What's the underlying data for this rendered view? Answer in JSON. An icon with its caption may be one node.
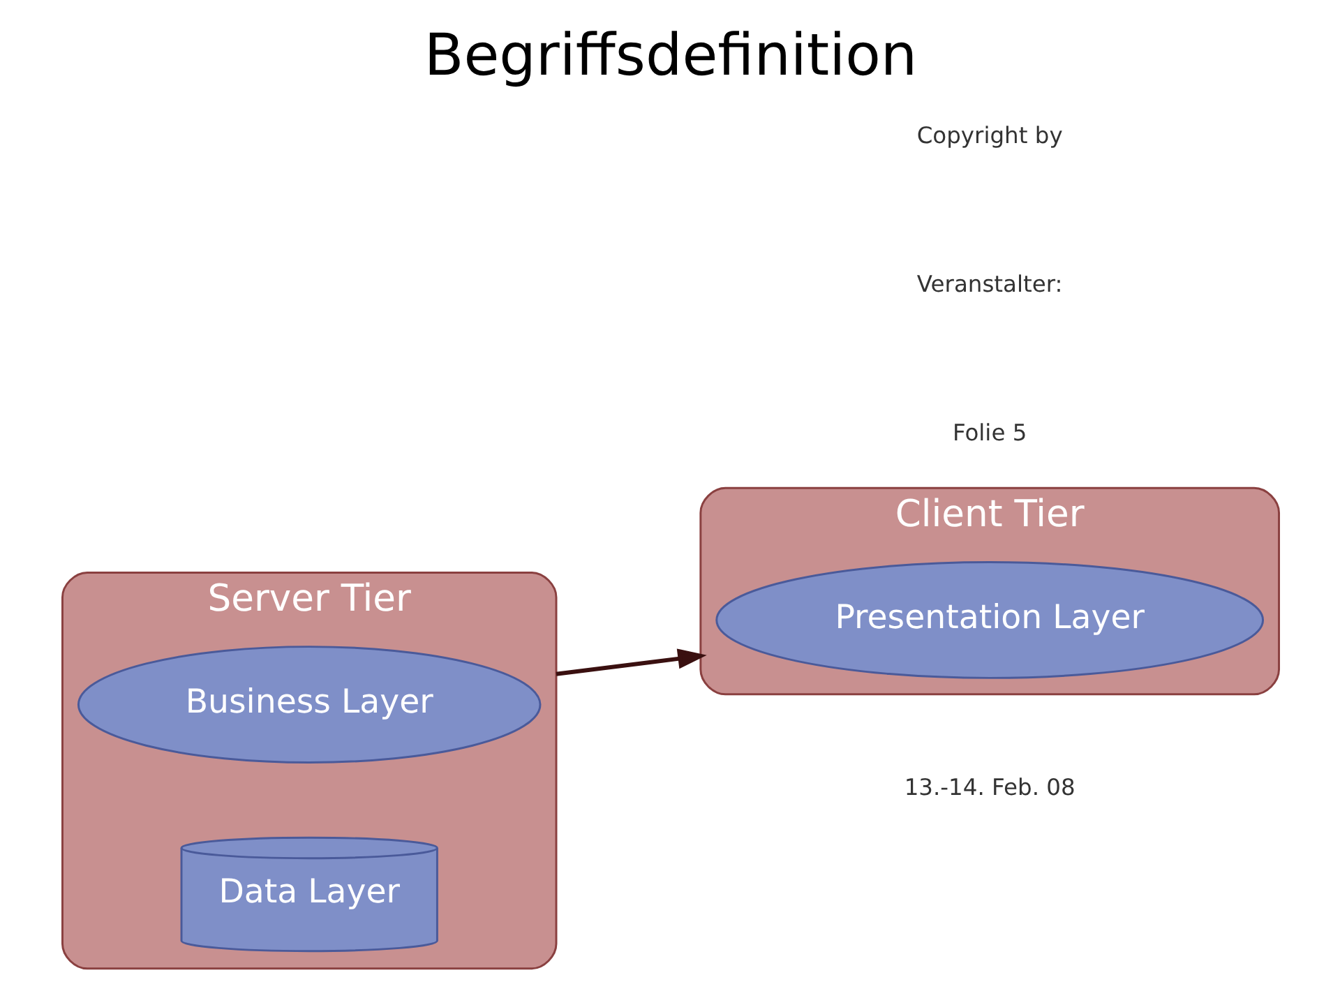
{
  "diagram": {
    "title": "Begriffsdefinition",
    "nodes": [
      {
        "text": [
          "Server Tier"
        ]
      },
      {
        "text": [
          "Business Layer"
        ],
        "in": 0
      },
      {
        "text": [
          "Data Layer"
        ],
        "in": 0
      },
      {
        "text": [
          "Client Tier"
        ]
      },
      {
        "text": [
          "Presentation Layer"
        ],
        "in": 3
      }
    ],
    "edges": [
      {
        "from": 0,
        "to": 3,
        "arrow": "to"
      }
    ],
    "labels": [
      "13.-14. Feb. 08",
      "Folie 5",
      "Veranstalter:",
      "Copyright by"
    ]
  }
}
